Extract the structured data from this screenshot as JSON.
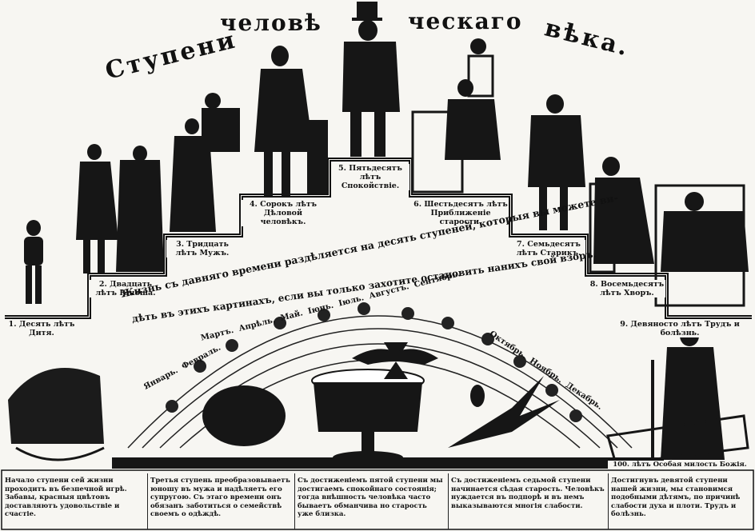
{
  "title": {
    "part1": "Ступени",
    "part2": "человѣ",
    "part3": "ческаго",
    "part4": "вѣка."
  },
  "arc_text": {
    "line1": "Жизнь съ давняго времени раздѣляется на десять ступеней, которыя вы можете ви-",
    "line2": "дѣть въ этихъ картинахъ, если вы только захотите остановить нанихъ свой взоръ."
  },
  "months": {
    "upper": [
      "Мартъ.",
      "Апрѣль.",
      "Май.",
      "Іюнь.",
      "Іюль.",
      "Августъ.",
      "Сентябрь."
    ],
    "lower": [
      "Январь.",
      "Февраль.",
      "Октябрь.",
      "Ноябрь.",
      "Декабрь."
    ]
  },
  "stages": [
    {
      "label": "1. Десять лѣтъ Дитя."
    },
    {
      "label": "2. Двадцать лѣтъ Юноша."
    },
    {
      "label": "3. Тридцать лѣтъ Мужъ."
    },
    {
      "label": "4. Сорокъ лѣтъ Дѣловой человѣкъ."
    },
    {
      "label": "5. Пятьдесятъ лѣтъ Спокойствіе."
    },
    {
      "label": "6. Шестьдесятъ лѣтъ Приближеніе старости."
    },
    {
      "label": "7. Семьдесятъ лѣтъ Старикъ."
    },
    {
      "label": "8. Восемьдесятъ лѣтъ Хворъ."
    },
    {
      "label": "9. Девяносто лѣтъ Трудъ и болѣзнь."
    },
    {
      "label": "100. лѣтъ Особая милость Божія."
    }
  ],
  "paragraphs": [
    "Начало ступени сей жизни проходитъ въ безпечной игрѣ. Забавы, красныя цвѣтовъ доставляютъ удовольствіе и счастіе.",
    "Третья ступень преобразовываетъ юношу въ мужа и надѣляетъ его супругою. Съ этаго времени онъ обязанъ заботиться о семействѣ своемъ о одѣждѣ.",
    "Съ достиженіемъ пятой ступени мы достигаемъ спокойнаго состоянія; тогда внѣшность человѣка часто бываетъ обманчива но старость уже близка.",
    "Съ достиженіемъ седьмой ступени начинается сѣдая старость. Человѣкъ нуждается въ подпорѣ и въ немъ выказываются многія слабости.",
    "Достигнувъ девятой ступени нашей жизни, мы становимся подобными дѣтямъ, по причинѣ слабости духа и плоти. Трудъ и болѣзнь."
  ]
}
